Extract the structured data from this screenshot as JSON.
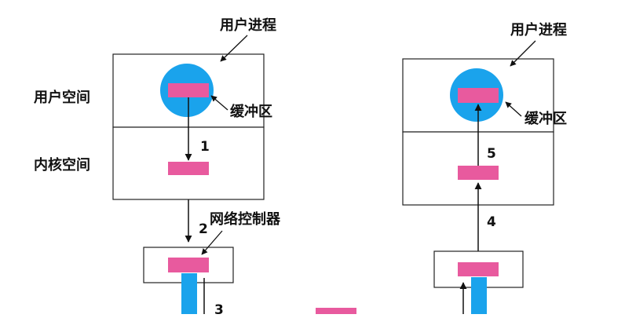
{
  "labels": {
    "user_process": "用户进程",
    "user_space": "用户空间",
    "kernel_space": "内核空间",
    "buffer": "缓冲区",
    "network_controller": "网络控制器"
  },
  "steps": {
    "s1": "1",
    "s2": "2",
    "s3": "3",
    "s4": "4",
    "s5": "5"
  },
  "colors": {
    "buffer_block": "#e85a9e",
    "user_process_circle": "#1aa3ec",
    "cable": "#1aa3ec",
    "line": "#111111"
  }
}
